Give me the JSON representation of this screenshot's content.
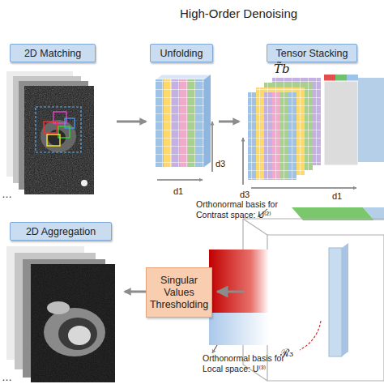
{
  "diagram": {
    "title": "High-Order Denoising",
    "nodes": [
      {
        "text": [
          "2D Matching"
        ]
      },
      {
        "text": [
          "Unfolding"
        ]
      },
      {
        "text": [
          "Tensor Stacking"
        ]
      },
      {
        "text": [
          "2D Aggregation"
        ]
      },
      {
        "text": [
          "Singular Values Thresholding"
        ]
      }
    ],
    "edges": [
      {
        "from": 0,
        "to": 1,
        "arrow": "to"
      },
      {
        "from": 1,
        "to": 2,
        "arrow": "to"
      },
      {
        "from": 4,
        "to": 3,
        "arrow": "to"
      }
    ],
    "labels": [
      "…",
      "d3",
      "d1",
      "T̃b",
      "d3",
      "d1",
      "Orthonormal basis for Contrast space: U⁽²⁾",
      "ℛ₃",
      "Orthonormal basis for Local space: U⁽³⁾",
      "…"
    ]
  }
}
